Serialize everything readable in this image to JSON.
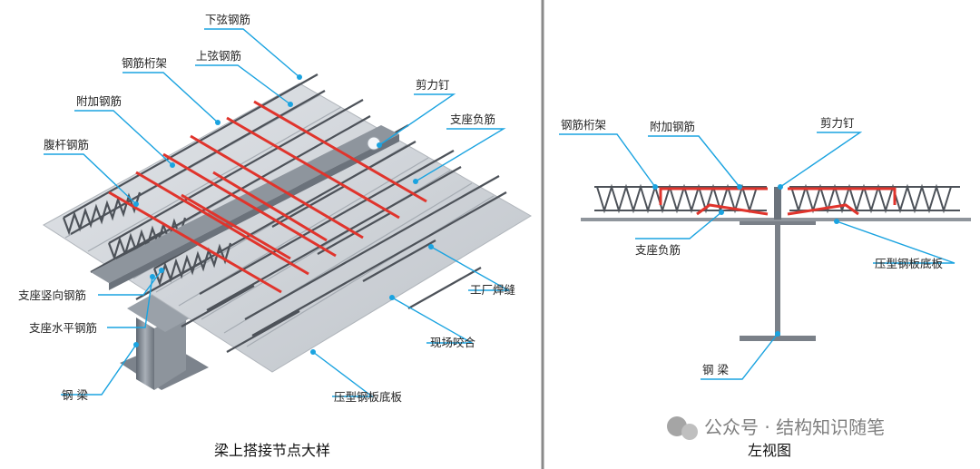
{
  "left_view": {
    "caption": "梁上搭接节点大样",
    "labels": {
      "lower_chord": "下弦钢筋",
      "truss": "钢筋桁架",
      "upper_chord": "上弦钢筋",
      "shear_stud": "剪力钉",
      "additional_rebar": "附加钢筋",
      "support_negative_rebar": "支座负筋",
      "web_rebar": "腹杆钢筋",
      "support_vertical_rebar": "支座竖向钢筋",
      "factory_weld": "工厂焊缝",
      "support_horizontal_rebar": "支座水平钢筋",
      "site_seam": "现场咬合",
      "steel_beam": "钢  梁",
      "deck_plate": "压型钢板底板"
    }
  },
  "right_view": {
    "caption": "左视图",
    "labels": {
      "truss": "钢筋桁架",
      "additional_rebar": "附加钢筋",
      "shear_stud": "剪力钉",
      "support_negative_rebar": "支座负筋",
      "deck_plate": "压型钢板底板",
      "steel_beam": "钢  梁"
    }
  },
  "watermark": "公众号 · 结构知识随笔",
  "colors": {
    "leader": "#1aa3e0",
    "rebar_red": "#e0342c",
    "steel": "#5c6168",
    "deck": "#cfd3d8",
    "divider": "#8a8a8a"
  }
}
